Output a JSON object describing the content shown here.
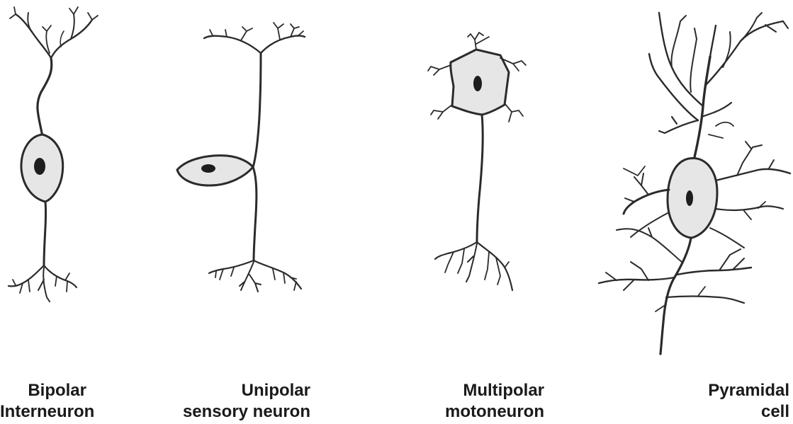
{
  "neurons": [
    {
      "name": "bipolar",
      "label_line1": "Bipolar",
      "label_line2": "Interneuron"
    },
    {
      "name": "unipolar",
      "label_line1": "Unipolar",
      "label_line2": "sensory neuron"
    },
    {
      "name": "multipolar",
      "label_line1": "Multipolar",
      "label_line2": "motoneuron"
    },
    {
      "name": "pyramidal",
      "label_line1": "Pyramidal",
      "label_line2": "cell"
    }
  ],
  "colors": {
    "ink": "#2b2b2b",
    "cell_fill": "#e6e6e6",
    "nucleus": "#1e1e1e",
    "background": "#ffffff"
  }
}
